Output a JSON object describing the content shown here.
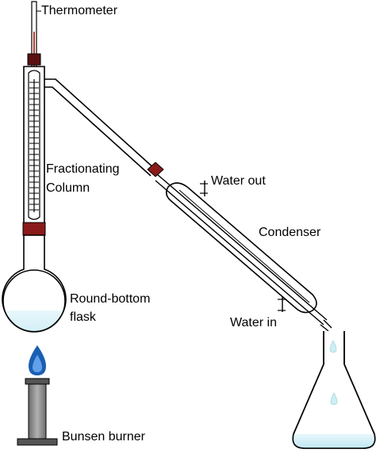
{
  "labels": {
    "thermometer": "Thermometer",
    "fractionating_column_line1": "Fractionating",
    "fractionating_column_line2": "Column",
    "water_out": "Water out",
    "condenser": "Condenser",
    "round_bottom_flask_line1": "Round-bottom",
    "round_bottom_flask_line2": "flask",
    "water_in": "Water in",
    "bunsen_burner": "Bunsen burner"
  },
  "colors": {
    "outline": "#000000",
    "liquid": "#cdeef6",
    "stopper": "#8b1a1a",
    "thermometer_liquid": "#c0392b",
    "flame_outer": "#1a5fb4",
    "flame_inner": "#62a0ea",
    "burner_body": "#8a8a8a",
    "burner_base": "#555555"
  }
}
